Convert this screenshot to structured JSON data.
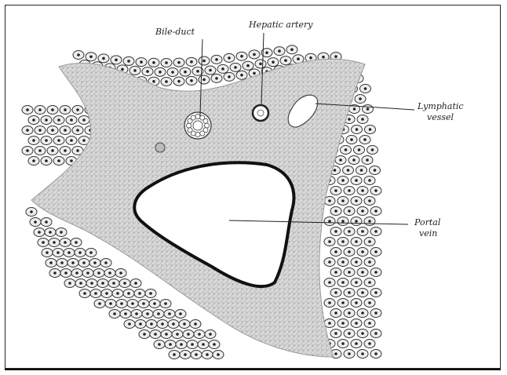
{
  "labels": {
    "bile_duct": "Bile-duct",
    "hepatic_artery": "Hepatic artery",
    "lymphatic_vessel_line1": "Lymphatic",
    "lymphatic_vessel_line2": "vessel",
    "portal_vein_line1": "Portal",
    "portal_vein_line2": "vein"
  },
  "colors": {
    "tissue": "#dcdcdc",
    "cell_fill": "#eeeeee",
    "cell_stroke": "#333333",
    "nucleus": "#222222",
    "vein_wall": "#111111",
    "line": "#222222"
  }
}
